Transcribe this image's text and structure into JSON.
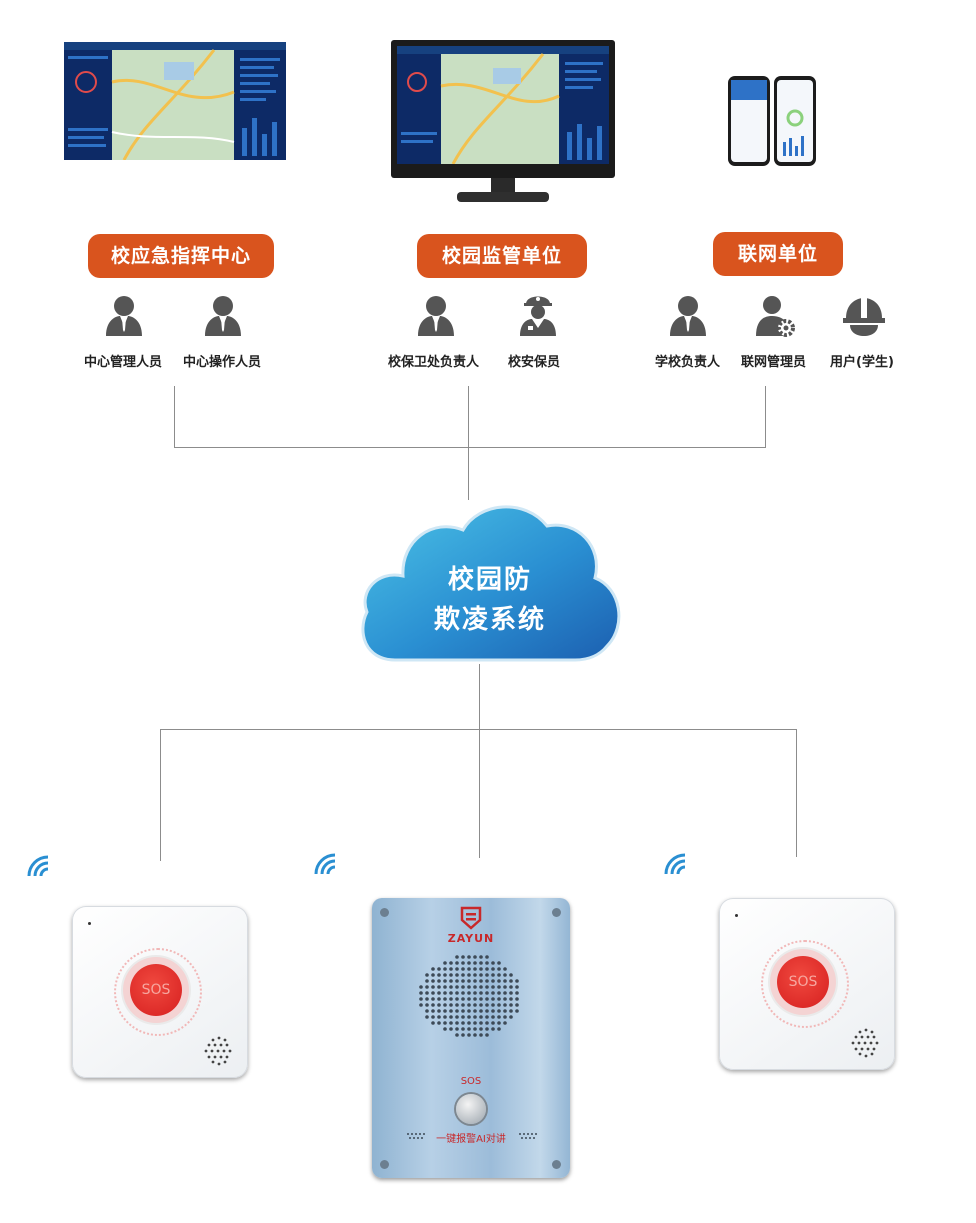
{
  "groups": [
    {
      "title": "校应急指挥中心",
      "people": [
        "中心管理人员",
        "中心操作人员"
      ]
    },
    {
      "title": "校园监管单位",
      "people": [
        "校保卫处负责人",
        "校安保员"
      ]
    },
    {
      "title": "联网单位",
      "people": [
        "学校负责人",
        "联网管理员",
        "用户(学生)"
      ]
    }
  ],
  "cloud": {
    "line1": "校园防",
    "line2": "欺凌系统"
  },
  "devices": {
    "button_label": "SOS",
    "panel_brand": "ZAYUN",
    "panel_sos": "SOS",
    "panel_caption": "一键报警AI对讲"
  },
  "icons": {
    "person": "person-icon",
    "guard": "security-guard-icon",
    "admin": "admin-gear-icon",
    "helmet": "helmet-icon",
    "wifi": "wifi-signal-icon"
  },
  "colors": {
    "accent": "#d9541e",
    "cloud": "#2f8fd0",
    "line": "#8c8c8c"
  }
}
